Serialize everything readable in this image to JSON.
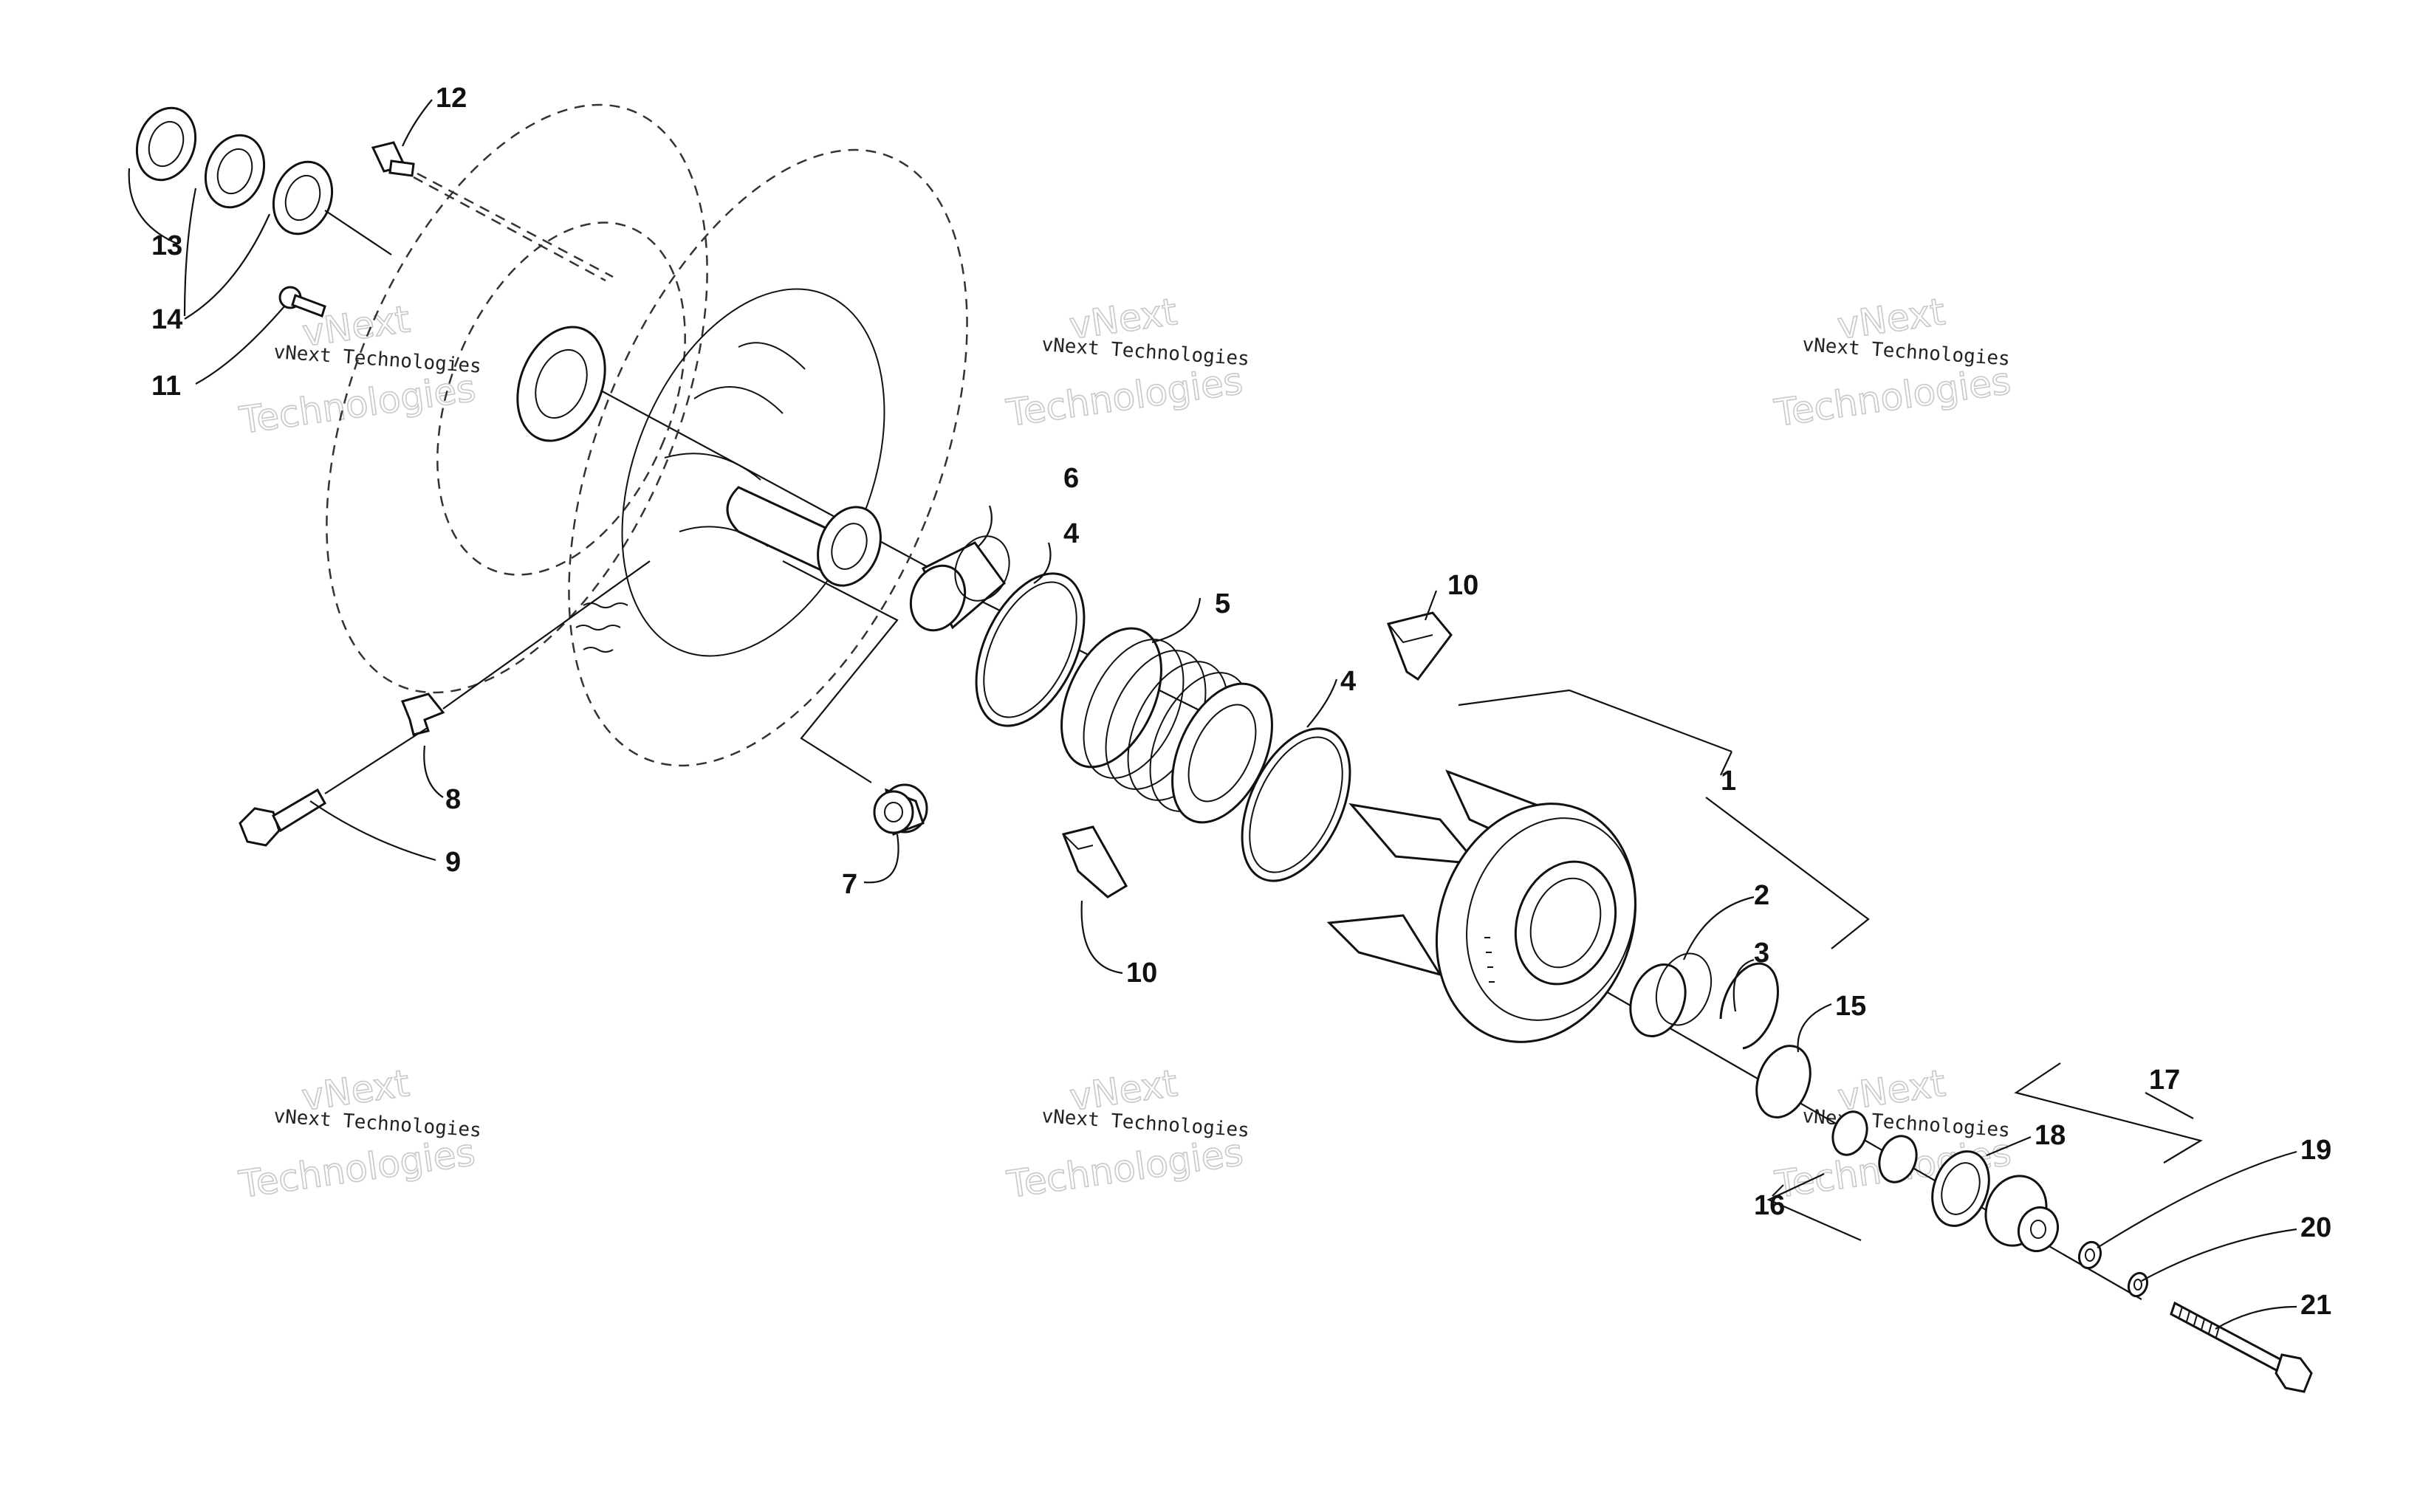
{
  "callouts": {
    "c1": "1",
    "c2": "2",
    "c3": "3",
    "c4a": "4",
    "c4b": "4",
    "c5": "5",
    "c6": "6",
    "c7": "7",
    "c8": "8",
    "c9": "9",
    "c10a": "10",
    "c10b": "10",
    "c11": "11",
    "c12": "12",
    "c13": "13",
    "c14": "14",
    "c15": "15",
    "c16": "16",
    "c17": "17",
    "c18": "18",
    "c19": "19",
    "c20": "20",
    "c21": "21"
  },
  "watermark": {
    "line1": "vNext Technologies",
    "line2": "Technologies",
    "line_top": "vNext"
  }
}
